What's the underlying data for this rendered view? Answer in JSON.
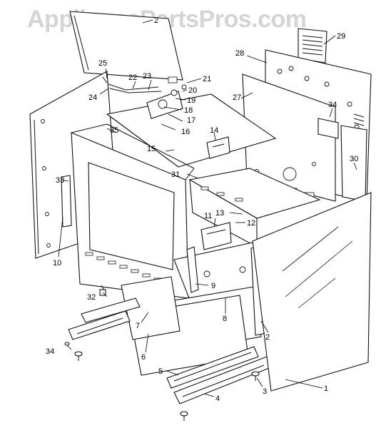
{
  "watermark": "AppliancePartsPros.com",
  "callouts": [
    "1",
    "2",
    "2",
    "3",
    "4",
    "5",
    "6",
    "7",
    "8",
    "9",
    "10",
    "11",
    "12",
    "13",
    "14",
    "15",
    "16",
    "17",
    "18",
    "19",
    "20",
    "21",
    "22",
    "23",
    "24",
    "25",
    "27",
    "28",
    "29",
    "30",
    "31",
    "32",
    "33",
    "34",
    "34",
    "35"
  ]
}
